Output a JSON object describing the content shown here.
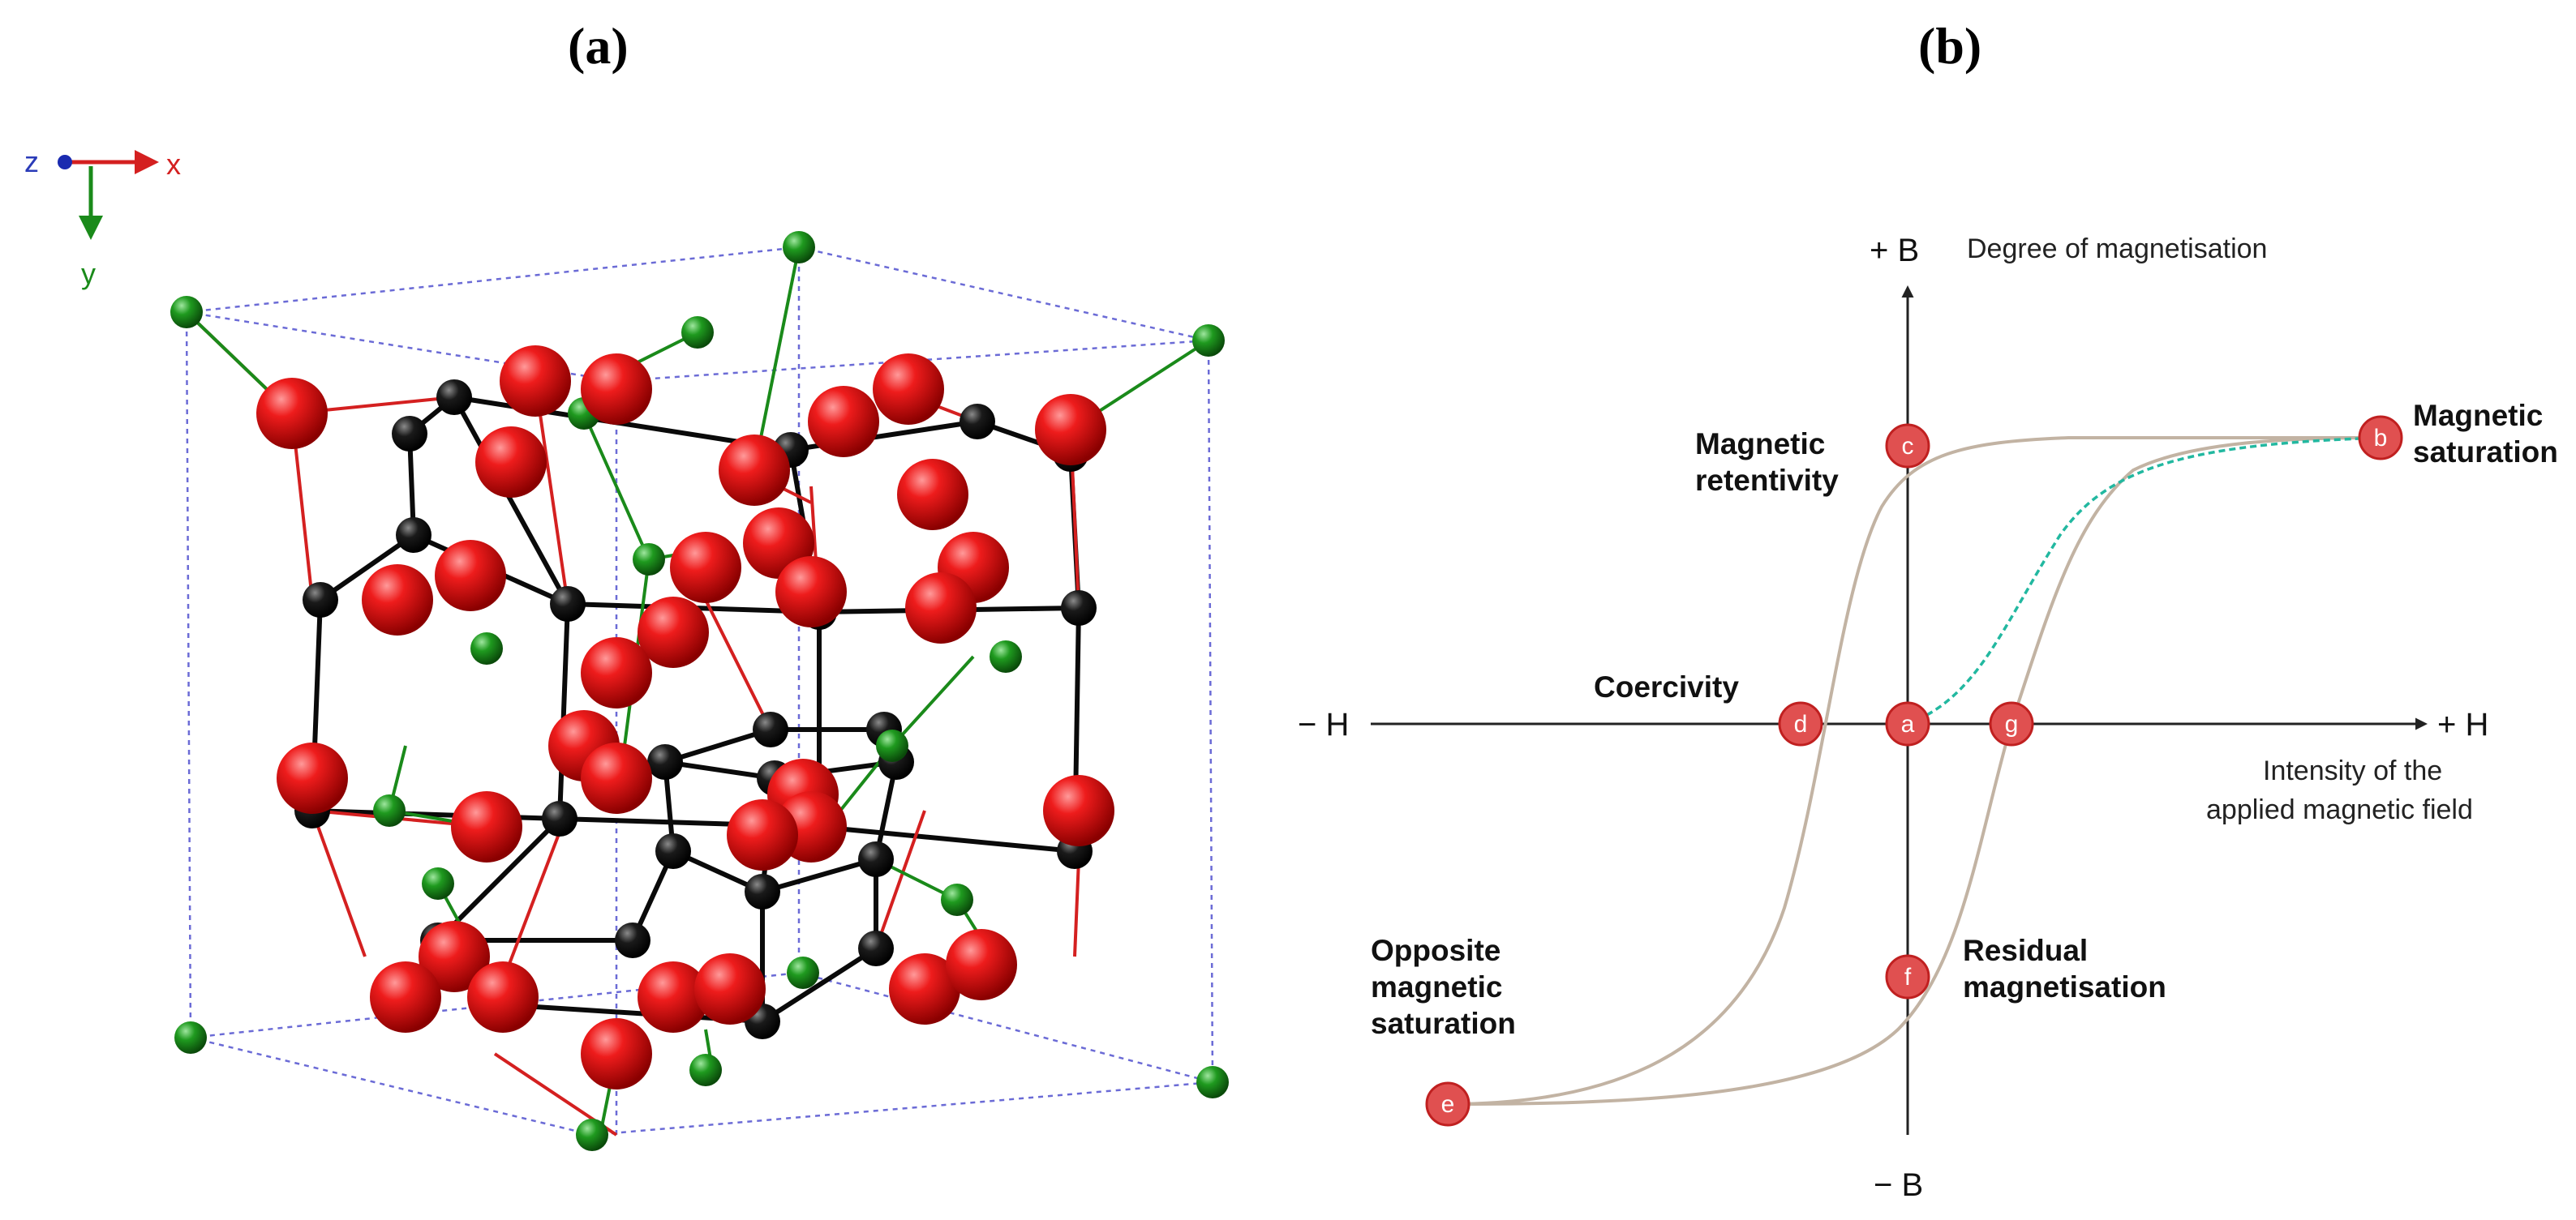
{
  "panels": {
    "a": {
      "label": "(a)"
    },
    "b": {
      "label": "(b)"
    }
  },
  "crystal": {
    "axis_labels": {
      "z": "z",
      "x": "x",
      "y": "y"
    },
    "colors": {
      "oxygen": "#e01010",
      "metal": "#0a0a0a",
      "bond_green": "#1a8a1a",
      "tetra": "#1f8f1f",
      "cell_edge": "#6b6bd6",
      "bond_red": "#d42020"
    }
  },
  "hysteresis": {
    "axes": {
      "plus_b": "+ B",
      "minus_b": "− B",
      "plus_h": "+ H",
      "minus_h": "− H",
      "b_desc": "Degree of magnetisation",
      "h_desc_line1": "Intensity of the",
      "h_desc_line2": "applied magnetic field"
    },
    "points": {
      "a": "a",
      "b": "b",
      "c": "c",
      "d": "d",
      "e": "e",
      "f": "f",
      "g": "g"
    },
    "annotations": {
      "saturation_1": "Magnetic",
      "saturation_2": "saturation",
      "retentivity_1": "Magnetic",
      "retentivity_2": "retentivity",
      "coercivity": "Coercivity",
      "opp_1": "Opposite",
      "opp_2": "magnetic",
      "opp_3": "saturation",
      "residual_1": "Residual",
      "residual_2": "magnetisation"
    },
    "colors": {
      "loop": "#c2b3a3",
      "initial": "#22b8a0",
      "point_fill": "#e05050",
      "point_stroke": "#c02020",
      "axis": "#222222"
    }
  }
}
